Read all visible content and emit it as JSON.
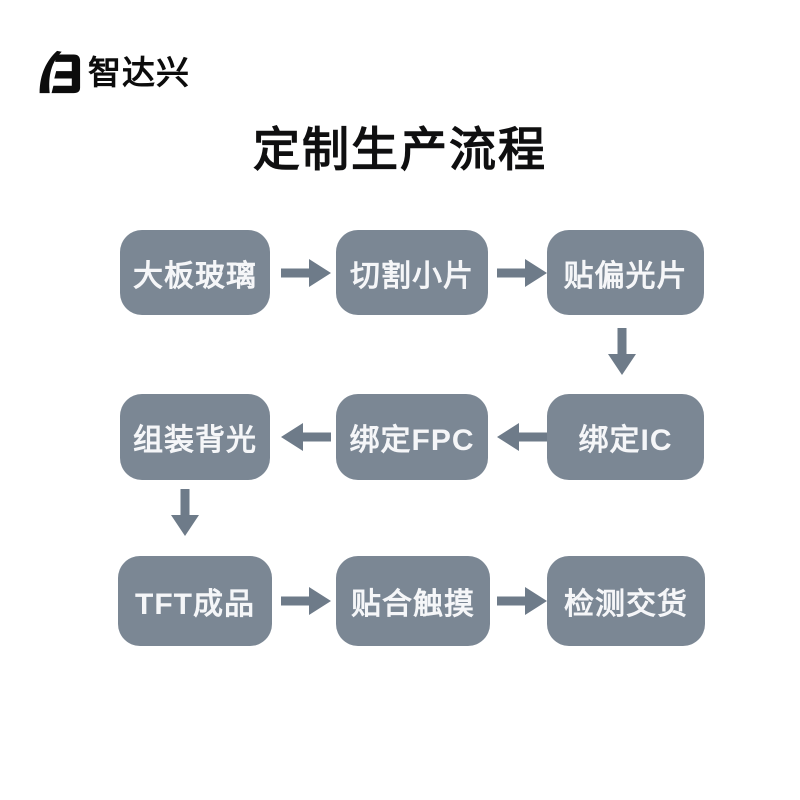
{
  "logo": {
    "text": "智达兴"
  },
  "title": "定制生产流程",
  "colors": {
    "background": "#ffffff",
    "box_fill": "#7b8794",
    "box_text": "#f5f6f8",
    "arrow": "#6e7b89",
    "heading_text": "#0f0f10",
    "logo_text": "#0c0c0c"
  },
  "flow": {
    "rows": [
      {
        "arrow_direction": "right",
        "boxes": [
          "大板玻璃",
          "切割小片",
          "贴偏光片"
        ]
      },
      {
        "arrow_direction": "left",
        "boxes": [
          "组装背光",
          "绑定FPC",
          "绑定IC"
        ]
      },
      {
        "arrow_direction": "right",
        "boxes": [
          "TFT成品",
          "贴合触摸",
          "检测交货"
        ]
      }
    ],
    "vertical_connectors": [
      {
        "from": "贴偏光片",
        "to": "绑定IC",
        "column": "right"
      },
      {
        "from": "组装背光",
        "to": "TFT成品",
        "column": "left"
      }
    ]
  }
}
